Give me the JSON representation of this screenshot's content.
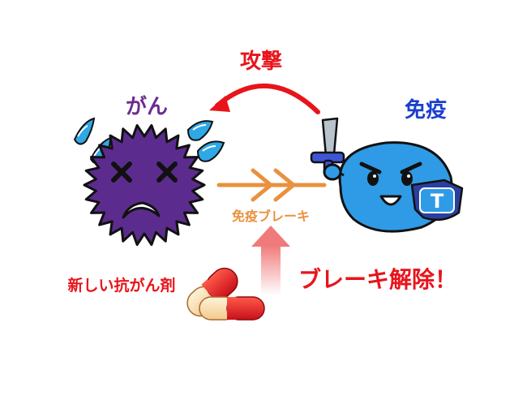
{
  "labels": {
    "attack": "攻撃",
    "cancer": "がん",
    "immune": "免疫",
    "brake": "免疫ブレーキ",
    "release": "ブレーキ解除！",
    "drug": "新しい抗がん剤",
    "t_badge": "T"
  },
  "colors": {
    "attack": "#e8141b",
    "cancer_text": "#6b2c91",
    "immune_text": "#1a3fcf",
    "brake": "#e9913e",
    "release": "#e8141b",
    "drug": "#e8141b",
    "cancer_body": "#5b2c8e",
    "immune_body": "#2f9be6",
    "badge": "#2a3f9e",
    "sweat": "#2ea8e6",
    "up_arrow": "#f08a8a"
  }
}
